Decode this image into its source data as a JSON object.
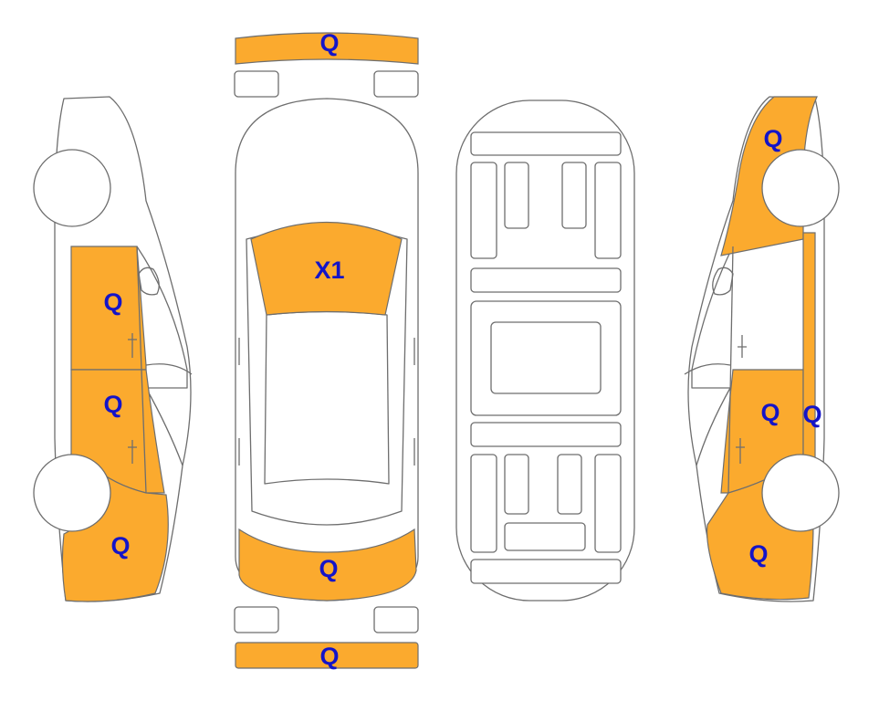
{
  "colors": {
    "damage_fill": "#FBAA2E",
    "label_text": "#1414C8",
    "outline": "#6E6E6E"
  },
  "views": {
    "left_side": {
      "marks": {
        "front_door": "Q",
        "rear_door": "Q",
        "rear_quarter": "Q"
      }
    },
    "top": {
      "marks": {
        "front_bumper": "Q",
        "hood": "X1",
        "trunk": "Q",
        "rear_bumper": "Q"
      }
    },
    "underbody": {
      "marks": {}
    },
    "right_side": {
      "marks": {
        "front_fender": "Q",
        "front_door": "Q",
        "rocker": "Q",
        "rear_quarter": "Q"
      }
    }
  }
}
